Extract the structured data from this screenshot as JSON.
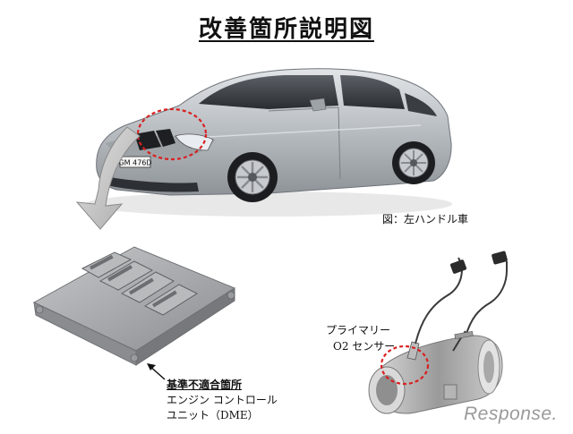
{
  "title": "改善箇所説明図",
  "figure_note": "図：左ハンドル車",
  "car": {
    "plate_text": "GM 476D"
  },
  "sensor": {
    "label_line1": "プライマリー",
    "label_line2": "O2 センサー"
  },
  "ecu": {
    "heading": "基準不適合箇所",
    "line1": "エンジン コントロール",
    "line2": "ユニット（DME）"
  },
  "watermark": "Response.",
  "colors": {
    "highlight_circle": "#d92020",
    "arrow_fill": "#c9c9c9",
    "car_body": "#b7bcc1",
    "ecu_body": "#a8a9ab"
  }
}
